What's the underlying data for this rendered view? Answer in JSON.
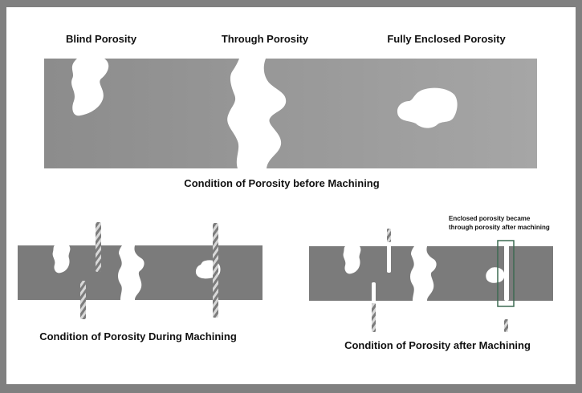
{
  "top_labels": {
    "blind": "Blind Porosity",
    "through": "Through Porosity",
    "enclosed": "Fully Enclosed Porosity"
  },
  "captions": {
    "before": "Condition of Porosity before Machining",
    "during": "Condition of Porosity During Machining",
    "after": "Condition of Porosity after Machining"
  },
  "annotation": {
    "line1": "Enclosed porosity became",
    "line2": "through porosity after machining"
  },
  "colors": {
    "frame": "#808080",
    "panel": "#ffffff",
    "material_dark": "#8a8a8a",
    "material_light": "#9e9e9e",
    "bar": "#7a7a7a",
    "highlight_box": "#3d6b52"
  }
}
